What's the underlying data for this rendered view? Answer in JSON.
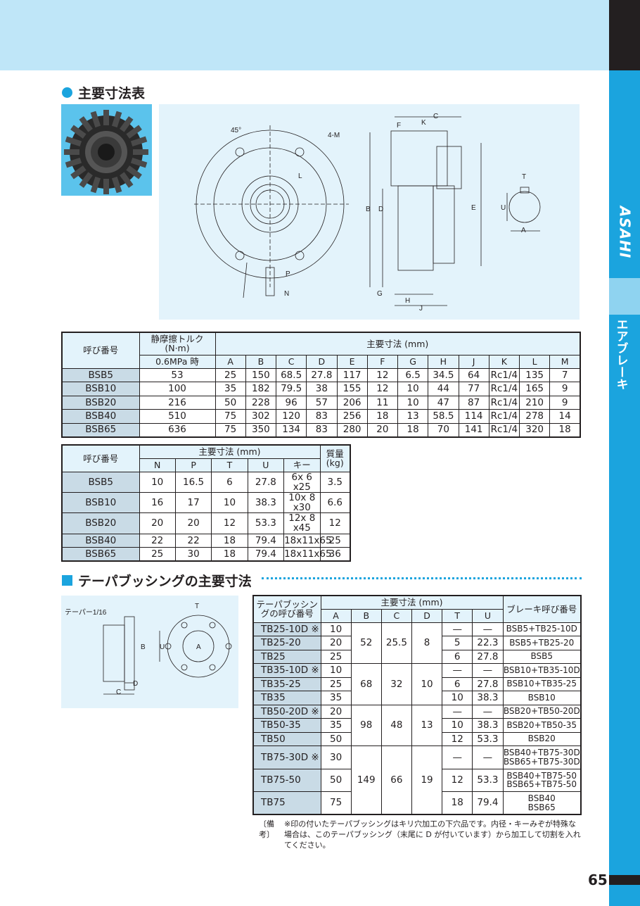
{
  "sidebar": {
    "brand": "ASAHI",
    "category": "エアブレーキ"
  },
  "page_number": "65",
  "section1": {
    "title": "主要寸法表"
  },
  "section2": {
    "title": "テーパブッシングの主要寸法"
  },
  "drawing1_labels": {
    "angle": "45°",
    "holes": "4-M",
    "L": "L",
    "P": "P",
    "N": "N",
    "C": "C",
    "F": "F",
    "K": "K",
    "B": "B",
    "D": "D",
    "E": "E",
    "G": "G",
    "H": "H",
    "J": "J",
    "T": "T",
    "U": "U",
    "A": "A"
  },
  "drawing2_labels": {
    "taper": "テーパー1/16",
    "B": "B",
    "D": "D",
    "C": "C",
    "T": "T",
    "U": "U",
    "A": "A"
  },
  "table1": {
    "h_name": "呼び番号",
    "h_torque": "静摩擦トルク\n(N·m)",
    "h_torque_sub": "0.6MPa 時",
    "h_dims": "主要寸法 (mm)",
    "cols": [
      "A",
      "B",
      "C",
      "D",
      "E",
      "F",
      "G",
      "H",
      "J",
      "K",
      "L",
      "M"
    ],
    "rows": [
      [
        "BSB5",
        "53",
        "25",
        "150",
        "68.5",
        "27.8",
        "117",
        "12",
        "6.5",
        "34.5",
        "64",
        "Rc1/4",
        "135",
        "7"
      ],
      [
        "BSB10",
        "100",
        "35",
        "182",
        "79.5",
        "38",
        "155",
        "12",
        "10",
        "44",
        "77",
        "Rc1/4",
        "165",
        "9"
      ],
      [
        "BSB20",
        "216",
        "50",
        "228",
        "96",
        "57",
        "206",
        "11",
        "10",
        "47",
        "87",
        "Rc1/4",
        "210",
        "9"
      ],
      [
        "BSB40",
        "510",
        "75",
        "302",
        "120",
        "83",
        "256",
        "18",
        "13",
        "58.5",
        "114",
        "Rc1/4",
        "278",
        "14"
      ],
      [
        "BSB65",
        "636",
        "75",
        "350",
        "134",
        "83",
        "280",
        "20",
        "18",
        "70",
        "141",
        "Rc1/4",
        "320",
        "18"
      ]
    ]
  },
  "table2": {
    "h_name": "呼び番号",
    "h_dims": "主要寸法 (mm)",
    "h_mass": "質量\n(kg)",
    "cols": [
      "N",
      "P",
      "T",
      "U",
      "キー"
    ],
    "rows": [
      [
        "BSB5",
        "10",
        "16.5",
        "6",
        "27.8",
        "6x 6 x25",
        "3.5"
      ],
      [
        "BSB10",
        "16",
        "17",
        "10",
        "38.3",
        "10x 8 x30",
        "6.6"
      ],
      [
        "BSB20",
        "20",
        "20",
        "12",
        "53.3",
        "12x 8 x45",
        "12"
      ],
      [
        "BSB40",
        "22",
        "22",
        "18",
        "79.4",
        "18x11x65",
        "25"
      ],
      [
        "BSB65",
        "25",
        "30",
        "18",
        "79.4",
        "18x11x65",
        "36"
      ]
    ]
  },
  "table3": {
    "h_name": "テーパブッシン\nグの呼び番号",
    "h_dims": "主要寸法 (mm)",
    "h_brake": "ブレーキ呼び番号",
    "cols": [
      "A",
      "B",
      "C",
      "D",
      "T",
      "U"
    ],
    "groups": [
      {
        "B": "52",
        "C": "25.5",
        "D": "8",
        "rows": [
          [
            "TB25-10D ※",
            "10",
            "—",
            "—",
            "BSB5+TB25-10D"
          ],
          [
            "TB25-20",
            "20",
            "5",
            "22.3",
            "BSB5+TB25-20"
          ],
          [
            "TB25",
            "25",
            "6",
            "27.8",
            "BSB5"
          ]
        ]
      },
      {
        "B": "68",
        "C": "32",
        "D": "10",
        "rows": [
          [
            "TB35-10D ※",
            "10",
            "—",
            "—",
            "BSB10+TB35-10D"
          ],
          [
            "TB35-25",
            "25",
            "6",
            "27.8",
            "BSB10+TB35-25"
          ],
          [
            "TB35",
            "35",
            "10",
            "38.3",
            "BSB10"
          ]
        ]
      },
      {
        "B": "98",
        "C": "48",
        "D": "13",
        "rows": [
          [
            "TB50-20D ※",
            "20",
            "—",
            "—",
            "BSB20+TB50-20D"
          ],
          [
            "TB50-35",
            "35",
            "10",
            "38.3",
            "BSB20+TB50-35"
          ],
          [
            "TB50",
            "50",
            "12",
            "53.3",
            "BSB20"
          ]
        ]
      },
      {
        "B": "149",
        "C": "66",
        "D": "19",
        "rows": [
          [
            "TB75-30D ※",
            "30",
            "—",
            "—",
            "BSB40+TB75-30D\nBSB65+TB75-30D"
          ],
          [
            "TB75-50",
            "50",
            "12",
            "53.3",
            "BSB40+TB75-50\nBSB65+TB75-50"
          ],
          [
            "TB75",
            "75",
            "18",
            "79.4",
            "BSB40\nBSB65"
          ]
        ]
      }
    ]
  },
  "note": {
    "label": "〔備考〕",
    "text": "※印の付いたテーパブッシングはキリ穴加工の下穴品です。内径・キーみぞが特殊な場合は、このテーパブッシング（末尾に D が付いています）から加工して切割を入れてください。"
  }
}
